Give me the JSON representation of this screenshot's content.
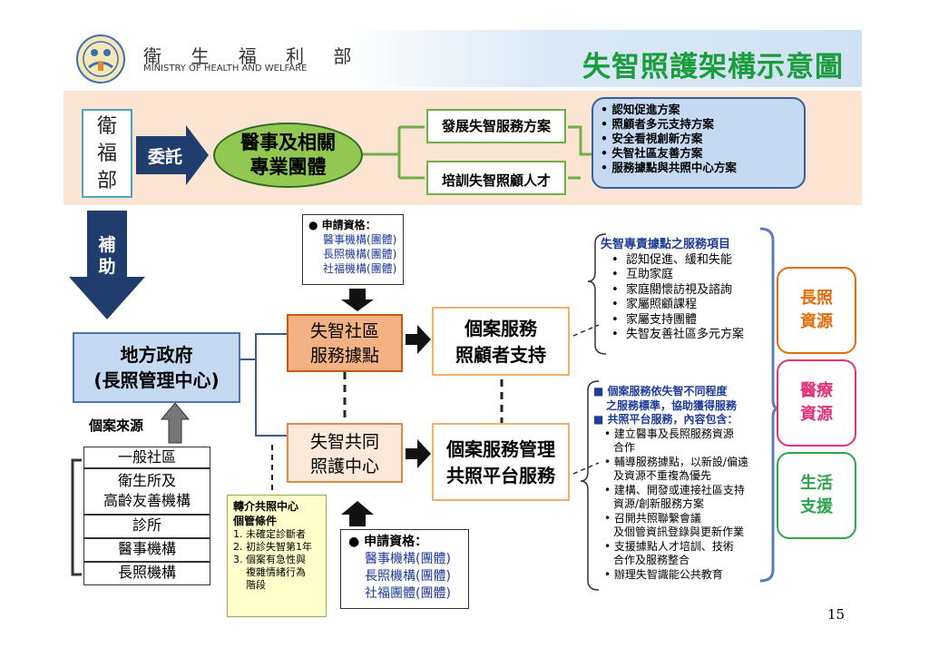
{
  "header": {
    "ministry_zh": "衛 生 福 利 部",
    "ministry_en": "MINISTRY OF HEALTH AND WELFARE",
    "title": "失智照護架構示意圖"
  },
  "top": {
    "mohw": [
      "衛",
      "福",
      "部"
    ],
    "commission": "委託",
    "teams": [
      "醫事及相關",
      "專業團體"
    ],
    "develop": "發展失智服務方案",
    "train": "培訓失智照顧人才",
    "programs": [
      "認知促進方案",
      "照顧者多元支持方案",
      "安全看視創新方案",
      "失智社區友善方案",
      "服務據點與共照中心方案"
    ]
  },
  "subsidy": [
    "補",
    "助"
  ],
  "gov": [
    "地方政府",
    "(長照管理中心)"
  ],
  "case_source": "個案來源",
  "sources": [
    "一般社區",
    "衛生所及",
    "高齡友善機構",
    "診所",
    "醫事機構",
    "長照機構"
  ],
  "apply_top": {
    "heading": "申請資格：",
    "items": [
      "醫事機構(團體)",
      "長照機構(團體)",
      "社福機構(團體)"
    ]
  },
  "apply_bottom": {
    "heading": "申請資格：",
    "items": [
      "醫事機構(團體)",
      "長照機構(團體)",
      "社福團體(團體)"
    ]
  },
  "community_site": [
    "失智社區",
    "服務據點"
  ],
  "care_center": [
    "失智共同",
    "照護中心"
  ],
  "case_service": [
    "個案服務",
    "照顧者支持"
  ],
  "case_mgmt": [
    "個案服務管理",
    "共照平台服務"
  ],
  "referral": {
    "title": [
      "轉介共照中心",
      "個管條件"
    ],
    "items": [
      "1. 未確定診斷者",
      "2. 初診失智第1年",
      "3. 個案有急性與",
      "    複雜情緒行為",
      "    階段"
    ]
  },
  "site_services": {
    "title": "失智專責據點之服務項目",
    "items": [
      "認知促進、緩和失能",
      "互助家庭",
      "家庭關懷訪視及諮詢",
      "家屬照顧課程",
      "家屬支持團體",
      "失智友善社區多元方案"
    ]
  },
  "center_services": {
    "intro": [
      "個案服務依失智不同程度",
      "之服務標準，協助獲得服務"
    ],
    "platform": "共照平台服務，內容包含：",
    "items": [
      "建立醫事及長照服務資源",
      "合作",
      "輔導服務據點，以新設/偏遠",
      "及資源不重複為優先",
      "建構、開發或連接社區支持",
      "資源/創新服務方案",
      "召開共照聯繫會議",
      "及個管資訊登錄與更新作業",
      "支援據點人才培訓、技術",
      "合作及服務整合",
      "辦理失智識能公共教育"
    ]
  },
  "resources": [
    {
      "label": [
        "長照",
        "資源"
      ],
      "color": "#e46c0a"
    },
    {
      "label": [
        "醫療",
        "資源"
      ],
      "color": "#e0337a"
    },
    {
      "label": [
        "生活",
        "支援"
      ],
      "color": "#2ea44f"
    }
  ],
  "page_number": "15"
}
